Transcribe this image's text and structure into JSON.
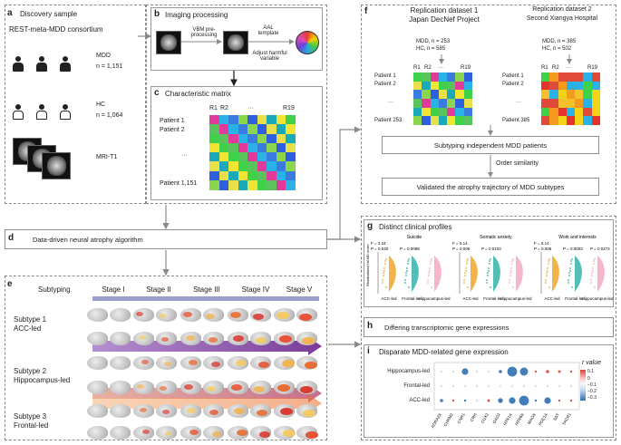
{
  "panel_a": {
    "letter": "a",
    "title": "Discovery sample",
    "consortium": "REST-meta-MDD consortium",
    "mdd_label": "MDD",
    "mdd_n": "n = 1,151",
    "hc_label": "HC",
    "hc_n": "n = 1,064",
    "mri_label": "MRI-T1"
  },
  "panel_b": {
    "letter": "b",
    "title": "Imaging processing",
    "vbm": "VBM pre-processing",
    "aal": "AAL template",
    "adjust": "Adjust harmful variable"
  },
  "panel_c": {
    "letter": "c",
    "title": "Characteristic matrix",
    "cols": [
      "R1",
      "R2",
      "···",
      "R19"
    ],
    "rows": [
      "Patient 1",
      "Patient 2",
      "···",
      "Patient 1,151"
    ]
  },
  "panel_d": {
    "letter": "d",
    "title": "Data-driven neural atrophy algorithm"
  },
  "panel_e": {
    "letter": "e",
    "header": "Subtyping",
    "stages": [
      "Stage I",
      "Stage II",
      "Stage III",
      "Stage IV",
      "Stage V"
    ],
    "subtypes": [
      {
        "name": "Subtype 1",
        "sub": "ACC-led"
      },
      {
        "name": "Subtype 2",
        "sub": "Hippocampus-led"
      },
      {
        "name": "Subtype 3",
        "sub": "Frontal-led"
      }
    ]
  },
  "panel_f": {
    "letter": "f",
    "rep1": {
      "title": "Replication dataset 1",
      "site": "Japan DecNef Project",
      "mdd": "MDD, n = 253",
      "hc": "HC, n = 585",
      "cols": [
        "R1",
        "R2",
        "···",
        "R19"
      ],
      "rows": [
        "Patient 1",
        "Patient 2",
        "···",
        "Patient 253"
      ]
    },
    "rep2": {
      "title": "Replication dataset 2",
      "site": "Second Xiangya Hospital",
      "mdd": "MDD, n = 385",
      "hc": "HC, n = 502",
      "cols": [
        "R1",
        "R2",
        "···",
        "R19"
      ],
      "rows": [
        "Patient 1",
        "Patient 2",
        "···",
        "Patient 385"
      ]
    },
    "subtyping": "Subtyping independent MDD patients",
    "order": "Order similarity",
    "validated": "Validated the atrophy trajectory of MDD subtypes"
  },
  "panel_g": {
    "letter": "g",
    "title": "Distinct clinical profiles",
    "plots": [
      {
        "title": "Suicide",
        "stats": [
          "F = 3.24",
          "P = 0.040"
        ],
        "p2": "P = 0.0088",
        "cats": [
          "ACC-led",
          "Frontal-led",
          "Hippocampus-led"
        ]
      },
      {
        "title": "Somatic anxiety",
        "stats": [
          "F = 5.14",
          "P = 0.006"
        ],
        "p2": "P = 0.0103",
        "cats": [
          "ACC-led",
          "Frontal-led",
          "Hippocampus-led"
        ]
      },
      {
        "title": "Work and interests",
        "stats": [
          "F = 5.14",
          "P = 0.006"
        ],
        "p2": "P = 0.0003",
        "p3": "P = 0.0274",
        "cats": [
          "ACC-led",
          "Frontal-led",
          "Hippocampus-led"
        ]
      }
    ],
    "ylabel": "Residualized HAMD score"
  },
  "panel_h": {
    "letter": "h",
    "title": "Differing transcriptomic gene expressions"
  },
  "panel_i": {
    "letter": "i",
    "title": "Disparate MDD-related gene expression",
    "rows": [
      "Hippocampus-led",
      "Frontal-led",
      "ACC-led"
    ],
    "genes": [
      "ADRA2A",
      "CHRM2",
      "CNR1",
      "CRH",
      "CUX2",
      "GAD2",
      "HTR1A",
      "HTR6A",
      "MAOA",
      "PDE1A",
      "SST",
      "TACR1"
    ],
    "legend_title": "r value",
    "legend_ticks": [
      "0.1",
      "0",
      "−0.1",
      "−0.2",
      "−0.3"
    ],
    "colors": {
      "pos": "#d9443a",
      "neg": "#2f6fb3",
      "neutral": "#f2f2f2"
    }
  }
}
